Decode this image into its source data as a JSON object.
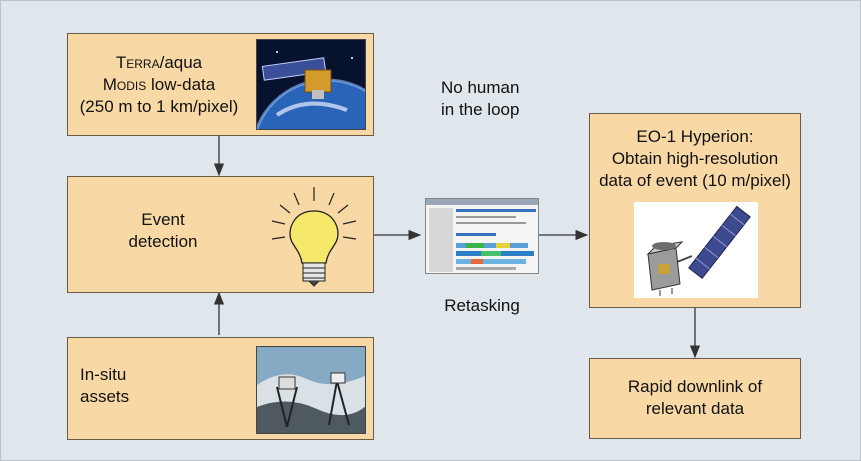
{
  "colors": {
    "box_fill": "#f8d9a6",
    "background": "#dfe6ec",
    "arrow": "#333333"
  },
  "terra": {
    "name_sc": "Terra",
    "name_rest": "/aqua",
    "line2_sc": "Modis",
    "line2_rest": " low-data",
    "line3": "(250 m to 1 km/pixel)",
    "image_icon": "satellite-earth-icon"
  },
  "no_human": {
    "line1": "No human",
    "line2": "in the loop"
  },
  "event": {
    "line1": "Event",
    "line2": "detection",
    "icon": "light-bulb-icon"
  },
  "insitu": {
    "line1": "In-situ",
    "line2": "assets",
    "image_icon": "field-instruments-icon"
  },
  "retasking": {
    "label": "Retasking",
    "image_icon": "scheduler-software-icon"
  },
  "eo1": {
    "line1": "EO-1 Hyperion:",
    "line2": "Obtain high-resolution",
    "line3": "data of event (10 m/pixel)",
    "image_icon": "eo1-satellite-icon"
  },
  "downlink": {
    "line1": "Rapid downlink of",
    "line2": "relevant data"
  }
}
